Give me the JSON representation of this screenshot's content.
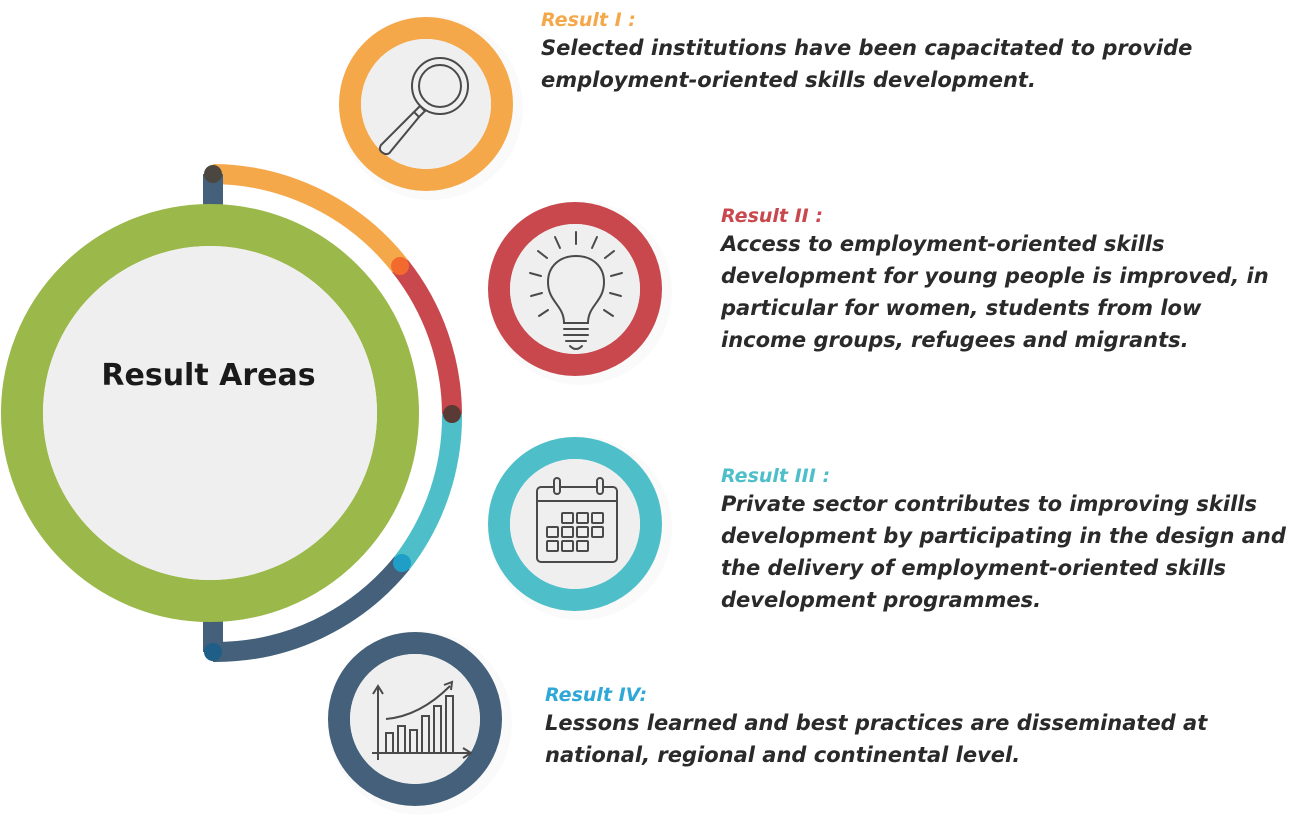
{
  "hub": {
    "title": "Result Areas"
  },
  "colors": {
    "hub_ring": "#9bb84a",
    "hub_fill": "#efefef",
    "arc_1": "#f5a84a",
    "arc_2": "#c9484e",
    "arc_3": "#4ebfc9",
    "arc_4": "#44607a"
  },
  "results": [
    {
      "title": "Result I :",
      "body": "Selected institutions have been capacitated to provide employment-oriented skills development.",
      "color": "#f5a84a",
      "icon": "magnifier-icon"
    },
    {
      "title": "Result II :",
      "body": "Access to employment-oriented skills development for young people is improved, in particular for women, students from low income groups, refugees and migrants.",
      "color": "#c9484e",
      "icon": "lightbulb-icon"
    },
    {
      "title": "Result III :",
      "body": "Private sector contributes to improving skills development by participating in the design and the delivery of employment-oriented skills development programmes.",
      "color": "#4ebfc9",
      "icon": "calendar-icon"
    },
    {
      "title": "Result IV:",
      "body": "Lessons learned and best practices are disseminated at national, regional and continental level.",
      "color": "#2fa8d8",
      "icon": "growth-chart-icon"
    }
  ]
}
